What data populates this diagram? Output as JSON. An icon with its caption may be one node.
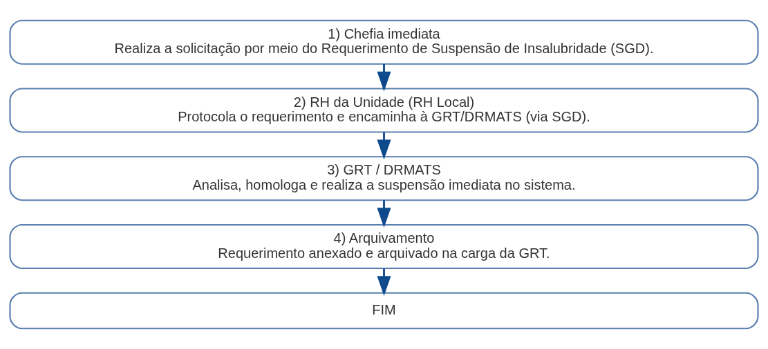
{
  "diagram": {
    "nodes": [
      {
        "text": [
          "1) Chefia imediata",
          "Realiza a solicitação por meio do Requerimento de Suspensão de Insalubridade (SGD)."
        ]
      },
      {
        "text": [
          "2) RH da Unidade (RH Local)",
          "Protocola o requerimento e encaminha à GRT/DRMATS (via SGD)."
        ]
      },
      {
        "text": [
          "3) GRT / DRMATS",
          "Analisa, homologa e realiza a suspensão imediata no sistema."
        ]
      },
      {
        "text": [
          "4) Arquivamento",
          "Requerimento anexado e arquivado na carga da GRT."
        ]
      },
      {
        "text": [
          "FIM"
        ]
      }
    ],
    "edges": [
      {
        "from": 0,
        "to": 1,
        "arrow": "to"
      },
      {
        "from": 1,
        "to": 2,
        "arrow": "to"
      },
      {
        "from": 2,
        "to": 3,
        "arrow": "to"
      },
      {
        "from": 3,
        "to": 4,
        "arrow": "to"
      }
    ]
  }
}
